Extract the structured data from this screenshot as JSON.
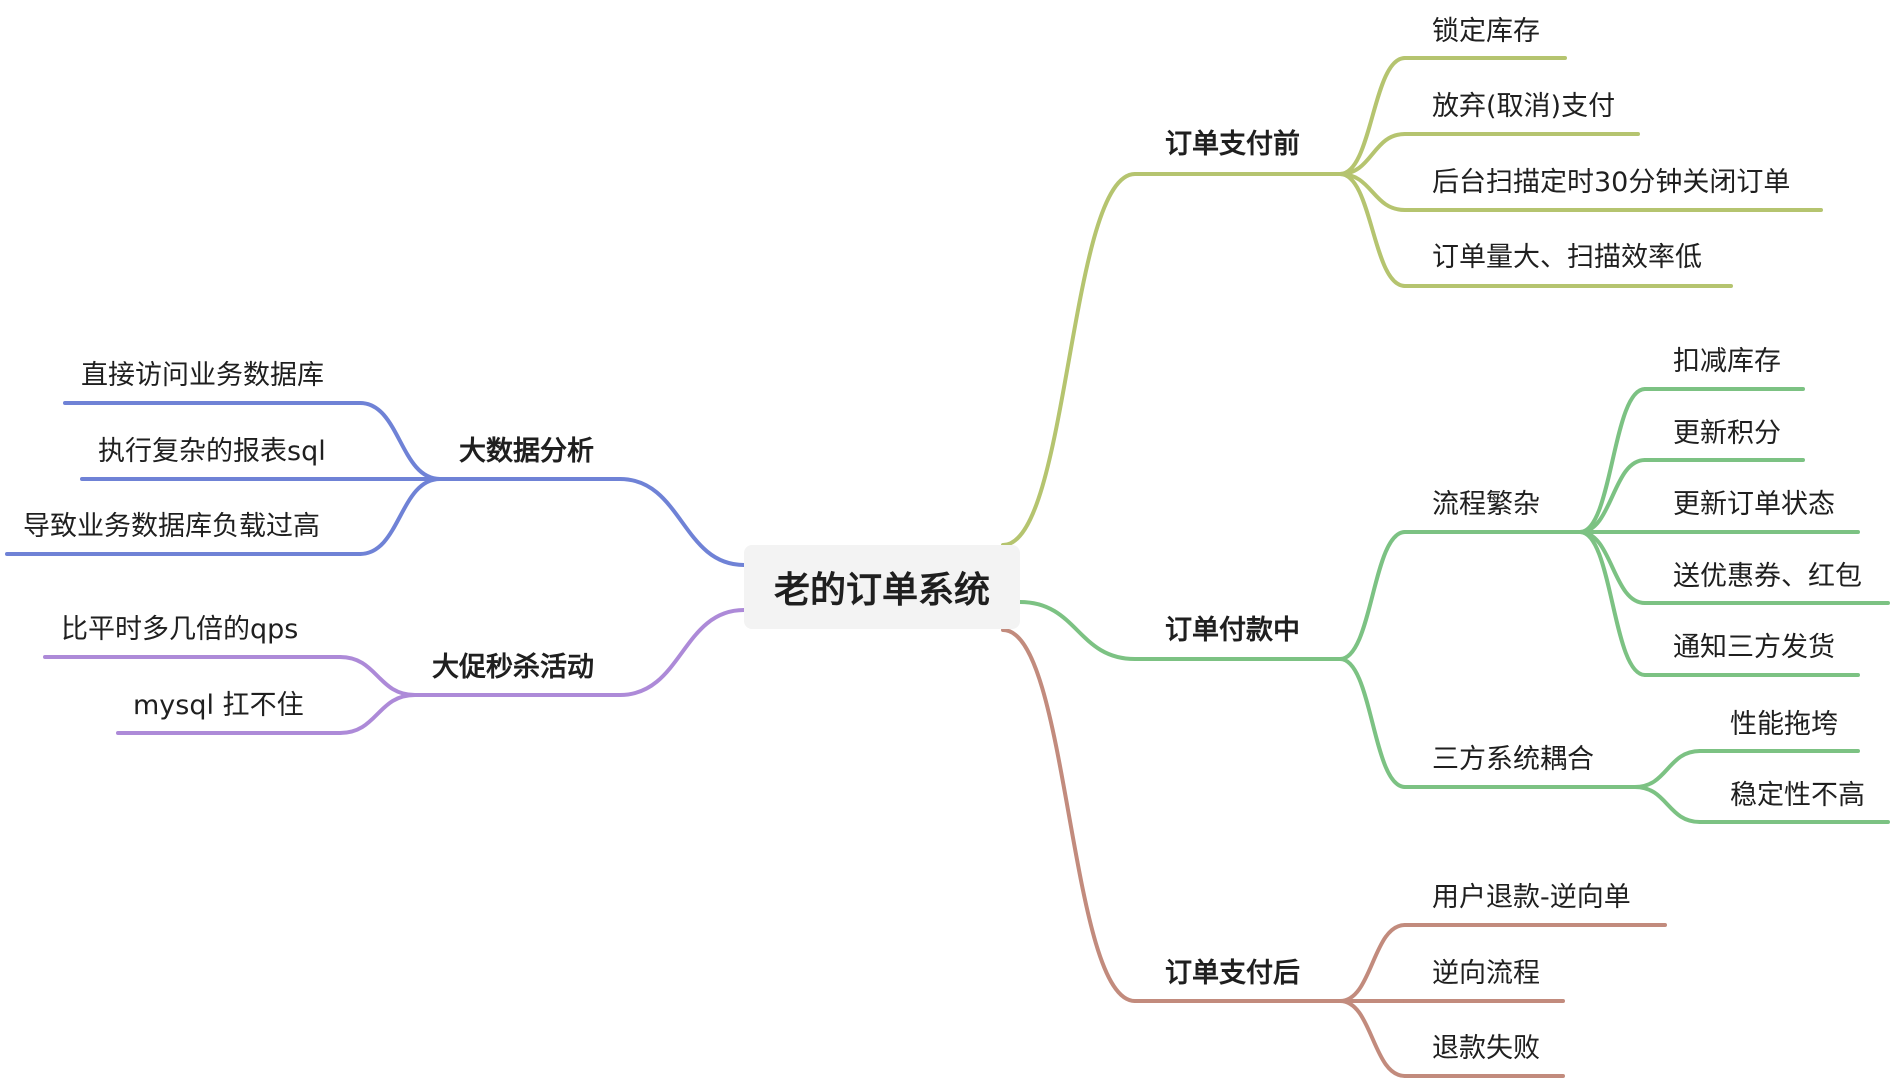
{
  "root": {
    "label": "老的订单系统"
  },
  "colors": {
    "before_payment": "#b5c46f",
    "during_payment": "#7cc283",
    "after_payment": "#c28b7d",
    "big_data": "#6f82d6",
    "promotion": "#ad8ad8"
  },
  "branches": {
    "before_payment": {
      "label": "订单支付前",
      "children": [
        "锁定库存",
        "放弃(取消)支付",
        "后台扫描定时30分钟关闭订单",
        "订单量大、扫描效率低"
      ]
    },
    "during_payment": {
      "label": "订单付款中",
      "complex_flow": {
        "label": "流程繁杂",
        "children": [
          "扣减库存",
          "更新积分",
          "更新订单状态",
          "送优惠券、红包",
          "通知三方发货"
        ]
      },
      "coupling": {
        "label": "三方系统耦合",
        "children": [
          "性能拖垮",
          "稳定性不高"
        ]
      }
    },
    "after_payment": {
      "label": "订单支付后",
      "children": [
        "用户退款-逆向单",
        "逆向流程",
        "退款失败"
      ]
    },
    "big_data": {
      "label": "大数据分析",
      "children": [
        "直接访问业务数据库",
        "执行复杂的报表sql",
        "导致业务数据库负载过高"
      ]
    },
    "promotion": {
      "label": "大促秒杀活动",
      "children": [
        "比平时多几倍的qps",
        "mysql 扛不住"
      ]
    }
  }
}
